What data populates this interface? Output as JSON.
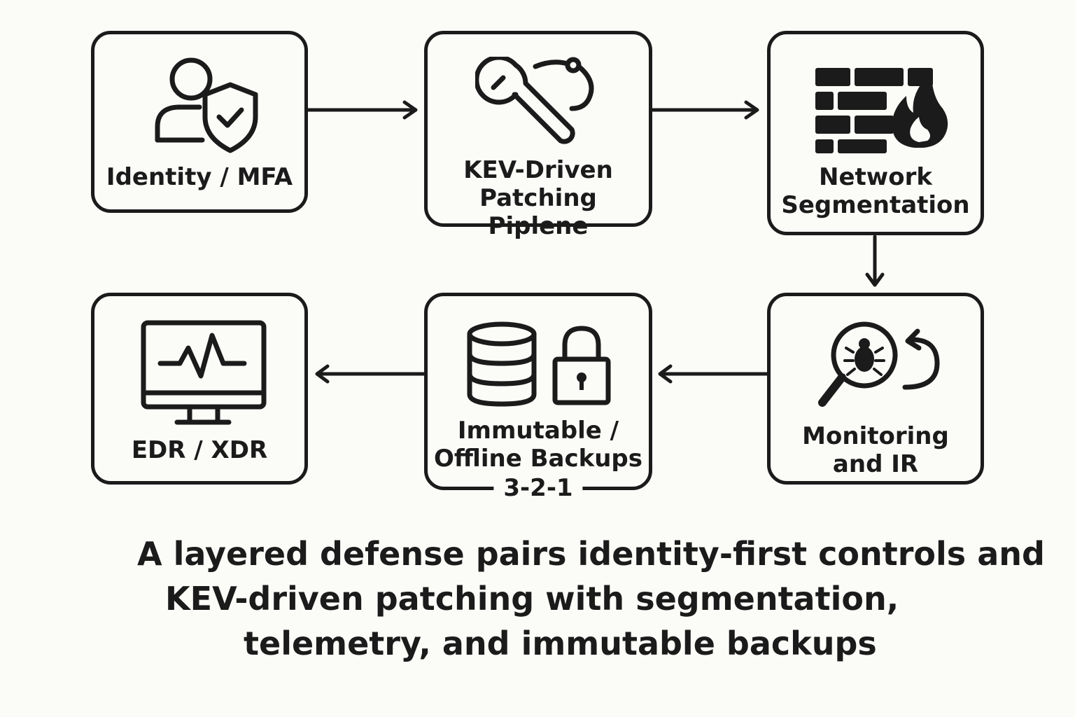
{
  "nodes": {
    "identity": {
      "label": "Identity / MFA",
      "icon": "user-shield-icon"
    },
    "patching": {
      "line1": "KEV-Driven",
      "line2": "Patching Piplene",
      "icon": "wrench-icon"
    },
    "network": {
      "line1": "Network",
      "line2": "Segmentation",
      "icon": "firewall-icon"
    },
    "monitoring": {
      "line1": "Monitoring",
      "line2": "and IR",
      "icon": "bug-search-icon"
    },
    "backups": {
      "line1": "Immutable /",
      "line2": "Offline Backups",
      "badge": "3-2-1",
      "icon": "database-lock-icon"
    },
    "edr": {
      "label": "EDR / XDR",
      "icon": "monitor-pulse-icon"
    }
  },
  "caption": {
    "line1": "A layered defense pairs identity-first controls and",
    "line2": "KEV-driven patching with segmentation,",
    "line3": "telemetry, and immutable backups"
  },
  "colors": {
    "stroke": "#1b1b1b",
    "background": "#fbfbf8"
  }
}
